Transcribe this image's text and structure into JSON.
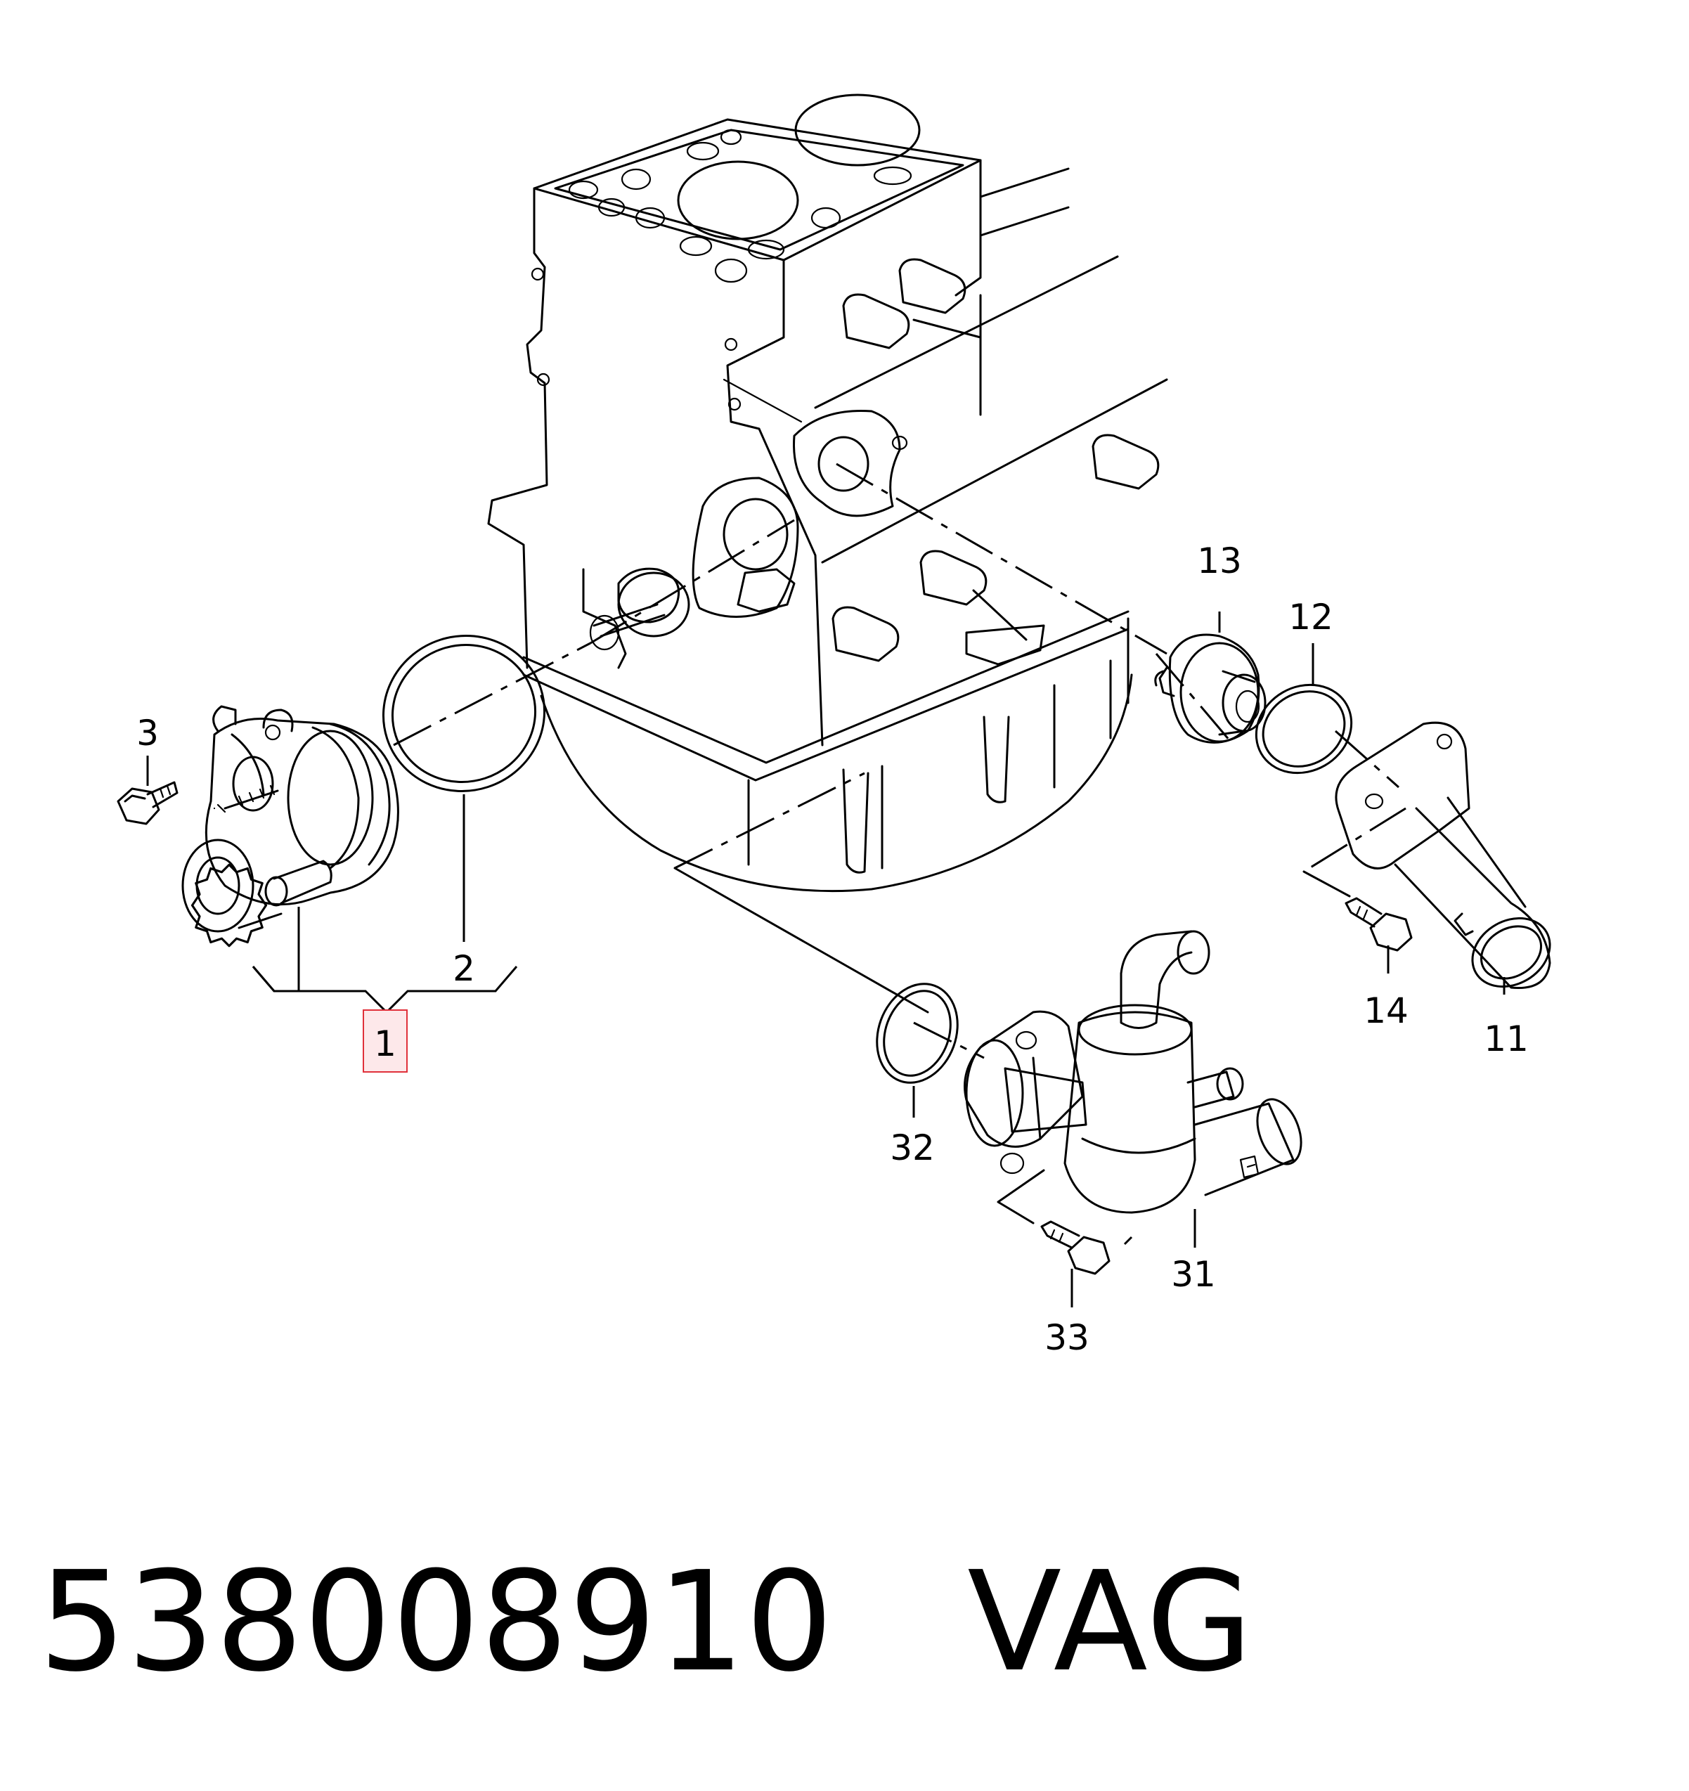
{
  "diagram": {
    "callouts": {
      "c1": "1",
      "c2": "2",
      "c3": "3",
      "c11": "11",
      "c12": "12",
      "c13": "13",
      "c14": "14",
      "c31": "31",
      "c32": "32",
      "c33": "33"
    },
    "highlight_color": "#e0303a",
    "highlight_fill": "#fde8ea"
  },
  "caption": {
    "part_number": "538008910",
    "brand": "VAG"
  }
}
